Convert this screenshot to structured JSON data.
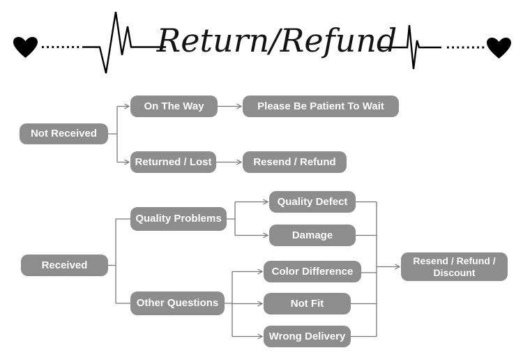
{
  "header": {
    "title": "Return/Refund",
    "left_decoration": "heart-and-heartbeat-line",
    "right_decoration": "heartbeat-line-and-heart"
  },
  "colors": {
    "node_fill": "#8d8d8d",
    "node_text": "#ffffff",
    "connector": "#777777",
    "decoration": "#000000",
    "background": "#ffffff"
  },
  "flowchart": {
    "nodes": [
      {
        "id": "not-received",
        "label": "Not Received"
      },
      {
        "id": "on-the-way",
        "label": "On The Way"
      },
      {
        "id": "please-wait",
        "label": "Please Be Patient To Wait"
      },
      {
        "id": "returned-lost",
        "label": "Returned / Lost"
      },
      {
        "id": "resend-refund",
        "label": "Resend / Refund"
      },
      {
        "id": "received",
        "label": "Received"
      },
      {
        "id": "quality-problems",
        "label": "Quality Problems"
      },
      {
        "id": "other-questions",
        "label": "Other Questions"
      },
      {
        "id": "quality-defect",
        "label": "Quality Defect"
      },
      {
        "id": "damage",
        "label": "Damage"
      },
      {
        "id": "color-difference",
        "label": "Color Difference"
      },
      {
        "id": "not-fit",
        "label": "Not Fit"
      },
      {
        "id": "wrong-delivery",
        "label": "Wrong Delivery"
      },
      {
        "id": "resend-refund-discount",
        "label": "Resend / Refund / Discount"
      }
    ],
    "edges": [
      {
        "from": "not-received",
        "to": "on-the-way",
        "arrow": true
      },
      {
        "from": "not-received",
        "to": "returned-lost",
        "arrow": true
      },
      {
        "from": "on-the-way",
        "to": "please-wait",
        "arrow": true
      },
      {
        "from": "returned-lost",
        "to": "resend-refund",
        "arrow": true
      },
      {
        "from": "received",
        "to": "quality-problems",
        "arrow": false
      },
      {
        "from": "received",
        "to": "other-questions",
        "arrow": false
      },
      {
        "from": "quality-problems",
        "to": "quality-defect",
        "arrow": true
      },
      {
        "from": "quality-problems",
        "to": "damage",
        "arrow": true
      },
      {
        "from": "other-questions",
        "to": "color-difference",
        "arrow": true
      },
      {
        "from": "other-questions",
        "to": "not-fit",
        "arrow": true
      },
      {
        "from": "other-questions",
        "to": "wrong-delivery",
        "arrow": true
      },
      {
        "from": "quality-defect",
        "to": "resend-refund-discount",
        "arrow": true
      },
      {
        "from": "damage",
        "to": "resend-refund-discount",
        "arrow": true
      },
      {
        "from": "color-difference",
        "to": "resend-refund-discount",
        "arrow": true
      },
      {
        "from": "not-fit",
        "to": "resend-refund-discount",
        "arrow": true
      },
      {
        "from": "wrong-delivery",
        "to": "resend-refund-discount",
        "arrow": true
      }
    ]
  }
}
